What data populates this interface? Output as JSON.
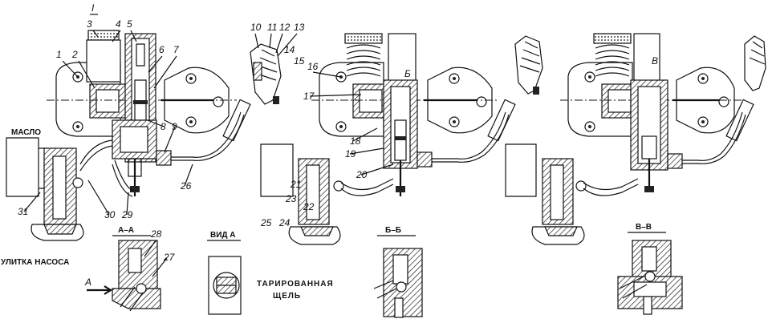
{
  "labels": {
    "roman_i": "I",
    "maslo": "МАСЛО",
    "ulitka": "УЛИТКА НАСОСА",
    "view_a_arrow": "А",
    "section_aa": "А–А",
    "view_a": "ВИД А",
    "tarirovannaya": "ТАРИРОВАННАЯ",
    "shchel": "ЩЕЛЬ",
    "section_bb": "Б–Б",
    "section_vv": "В–В",
    "letter_b": "Б",
    "letter_v": "В"
  },
  "numbers": {
    "n1": "1",
    "n2": "2",
    "n3": "3",
    "n4": "4",
    "n5": "5",
    "n6": "6",
    "n7": "7",
    "n8": "8",
    "n9": "9",
    "n10": "10",
    "n11": "11",
    "n12": "12",
    "n13": "13",
    "n14": "14",
    "n15": "15",
    "n16": "16",
    "n17": "17",
    "n18": "18",
    "n19": "19",
    "n20": "20",
    "n21": "21",
    "n22": "22",
    "n23": "23",
    "n24": "24",
    "n25": "25",
    "n26": "26",
    "n27": "27",
    "n28": "28",
    "n29": "29",
    "n30": "30",
    "n31": "31"
  }
}
